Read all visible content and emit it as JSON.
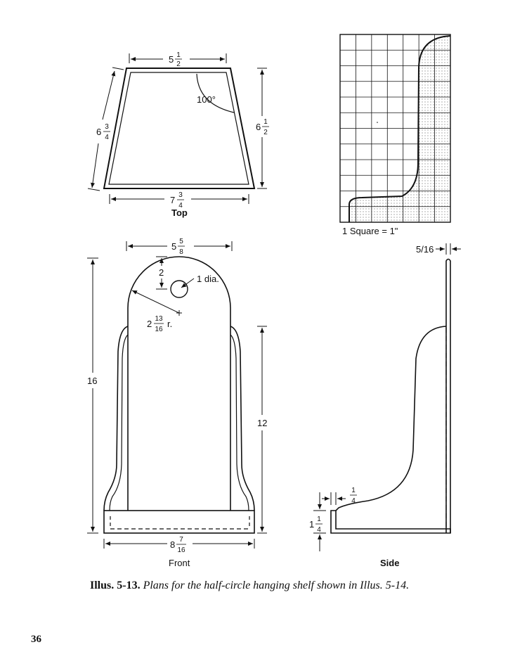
{
  "top_view": {
    "label": "Top",
    "dim_top": {
      "whole": "5",
      "num": "1",
      "den": "2"
    },
    "dim_left": {
      "whole": "6",
      "num": "3",
      "den": "4"
    },
    "dim_right": {
      "whole": "6",
      "num": "1",
      "den": "2"
    },
    "dim_bottom": {
      "whole": "7",
      "num": "3",
      "den": "4"
    },
    "angle": "100°"
  },
  "grid": {
    "scale_note": "1 Square = 1\""
  },
  "front_view": {
    "label": "Front",
    "dim_top": {
      "whole": "5",
      "num": "5",
      "den": "8"
    },
    "dim_hole_offset": "2",
    "hole_note": "1 dia.",
    "radius": {
      "whole": "2",
      "num": "13",
      "den": "16",
      "suffix": "r."
    },
    "dim_height": "16",
    "dim_side_height": "12",
    "dim_bottom": {
      "whole": "8",
      "num": "7",
      "den": "16"
    }
  },
  "side_view": {
    "label": "Side",
    "dim_thickness": "5/16",
    "dim_lip": {
      "num": "1",
      "den": "4"
    },
    "dim_base": {
      "whole": "1",
      "num": "1",
      "den": "4"
    }
  },
  "caption": {
    "lead": "Illus. 5-13.",
    "rest": "Plans for the half-circle hanging shelf shown in Illus. 5-14."
  },
  "page_number": "36"
}
